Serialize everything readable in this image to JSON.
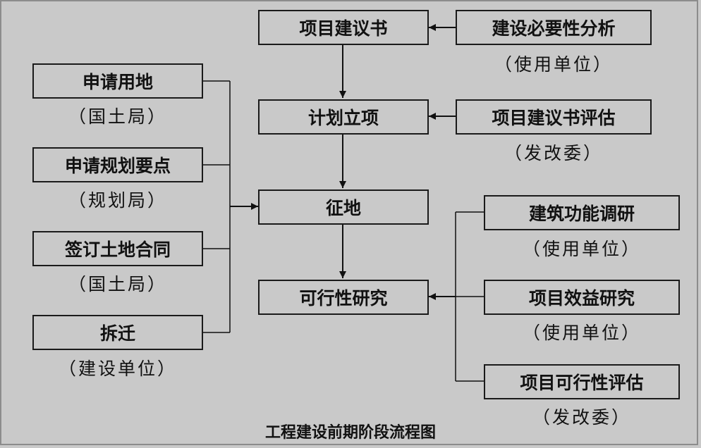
{
  "title": "工程建设前期阶段流程图",
  "main_flow": [
    {
      "label": "项目建议书"
    },
    {
      "label": "计划立项"
    },
    {
      "label": "征地"
    },
    {
      "label": "可行性研究"
    }
  ],
  "left_inputs": [
    {
      "label": "申请用地",
      "agency": "（国土局）"
    },
    {
      "label": "申请规划要点",
      "agency": "（规划局）"
    },
    {
      "label": "签订土地合同",
      "agency": "（国土局）"
    },
    {
      "label": "拆迁",
      "agency": "（建设单位）"
    }
  ],
  "right_inputs_top": [
    {
      "label": "建设必要性分析",
      "agency": "（使用单位）"
    },
    {
      "label": "项目建议书评估",
      "agency": "（发改委）"
    }
  ],
  "right_inputs_bottom": [
    {
      "label": "建筑功能调研",
      "agency": "（使用单位）"
    },
    {
      "label": "项目效益研究",
      "agency": "（使用单位）"
    },
    {
      "label": "项目可行性评估",
      "agency": "（发改委）"
    }
  ]
}
